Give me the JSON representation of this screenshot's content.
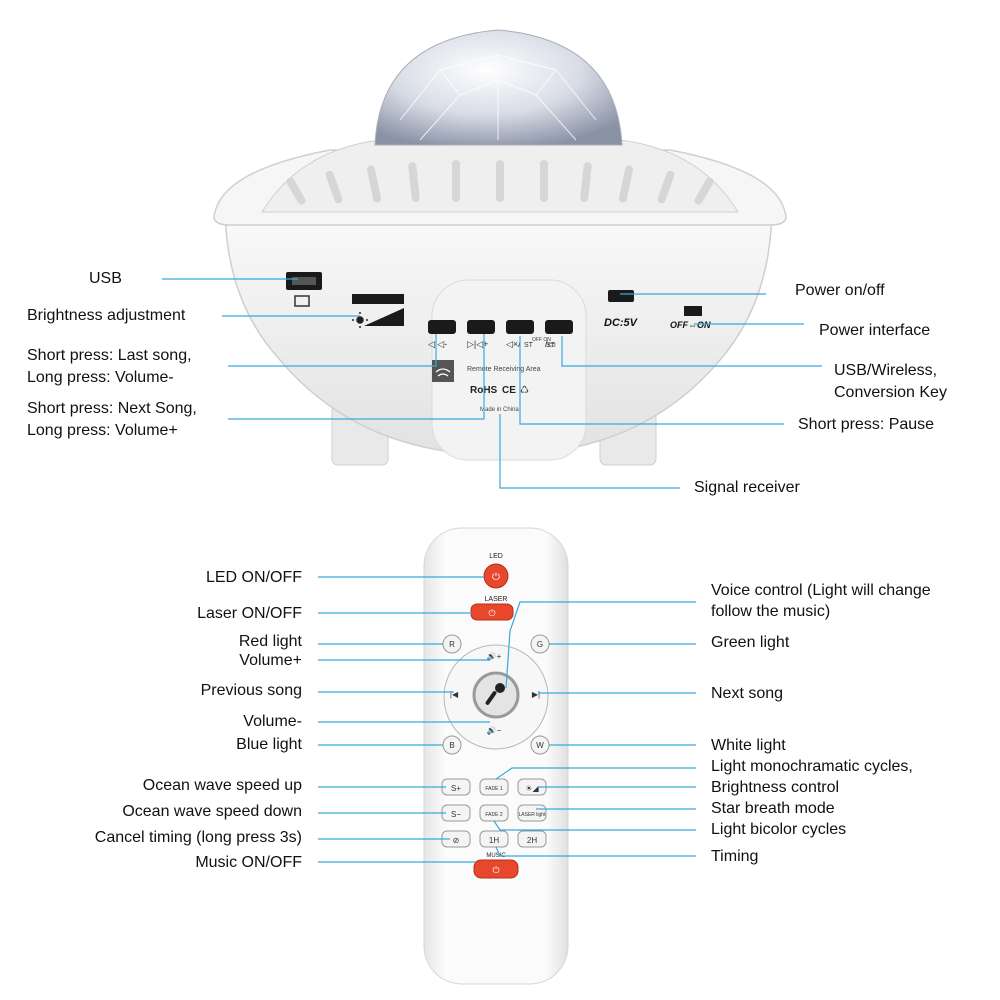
{
  "colors": {
    "leader": "#3aa8dd",
    "power_button": "#e8472c",
    "body": "#f1f1f1"
  },
  "projector": {
    "labels": {
      "usb": "USB",
      "brightness": "Brightness adjustment",
      "last_song_1": "Short press: Last song,",
      "last_song_2": "Long press: Volume-",
      "next_song_1": "Short press: Next Song,",
      "next_song_2": "Long press: Volume+",
      "power_onoff": "Power on/off",
      "power_interface": "Power interface",
      "usb_wireless_1": "USB/Wireless,",
      "usb_wireless_2": "Conversion Key",
      "pause": "Short press: Pause",
      "signal_receiver": "Signal receiver"
    },
    "panel": {
      "dc": "DC:5V",
      "switch": "OFF⇔ON",
      "remote_area": "Remote Receiving Area",
      "rohs": "RoHS",
      "ce": "CE",
      "made_in": "Made in China",
      "btn_st": "ST",
      "btn_off_on": "OFF ON"
    }
  },
  "remote": {
    "labels": {
      "led": "LED ON/OFF",
      "laser": "Laser ON/OFF",
      "red": "Red light",
      "vol_plus": "Volume+",
      "prev": "Previous song",
      "vol_minus": "Volume-",
      "blue": "Blue light",
      "ocean_up": "Ocean wave speed up",
      "ocean_down": "Ocean wave speed down",
      "cancel_timing": "Cancel timing (long press 3s)",
      "music": "Music ON/OFF",
      "voice_1": "Voice control (Light will change",
      "voice_2": "follow the music)",
      "green": "Green light",
      "next": "Next song",
      "white": "White light",
      "mono_1": "Light monochramatic cycles,",
      "mono_2": "Brightness control",
      "star": "Star breath mode",
      "bicolor": "Light bicolor cycles",
      "timing": "Timing"
    },
    "buttons": {
      "led": "LED",
      "laser": "LASER",
      "music": "MUSIC",
      "r": "R",
      "g": "G",
      "b": "B",
      "w": "W",
      "s_plus": "S+",
      "s_minus": "S−",
      "fade1": "FADE 1",
      "fade2": "FADE 2",
      "laser_light": "LASER light",
      "h1": "1H",
      "h2": "2H"
    }
  }
}
